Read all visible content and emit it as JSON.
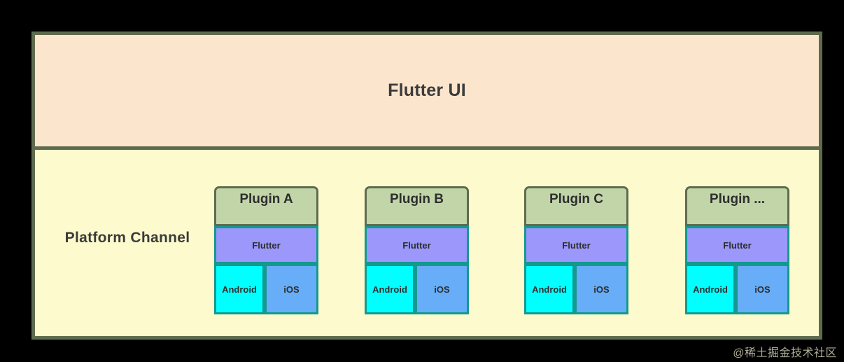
{
  "diagram": {
    "ui_layer": {
      "title": "Flutter UI"
    },
    "channel_layer": {
      "title": "Platform Channel",
      "plugins": [
        {
          "name": "Plugin A",
          "flutter_label": "Flutter",
          "android_label": "Android",
          "ios_label": "iOS"
        },
        {
          "name": "Plugin B",
          "flutter_label": "Flutter",
          "android_label": "Android",
          "ios_label": "iOS"
        },
        {
          "name": "Plugin C",
          "flutter_label": "Flutter",
          "android_label": "Android",
          "ios_label": "iOS"
        },
        {
          "name": "Plugin ...",
          "flutter_label": "Flutter",
          "android_label": "Android",
          "ios_label": "iOS"
        }
      ]
    },
    "watermark": "@稀土掘金技术社区",
    "colors": {
      "background": "#000000",
      "frame_border": "#5f6b4f",
      "ui_layer_fill": "#fce5cd",
      "channel_layer_fill": "#fdfbcd",
      "plugin_header_fill": "#c2d5a8",
      "plugin_header_border": "#5f6b4f",
      "flutter_fill": "#9b97fb",
      "native_border": "#13998f",
      "android_fill": "#00ffff",
      "ios_fill": "#67adf7",
      "text": "#2e2e2e"
    }
  }
}
